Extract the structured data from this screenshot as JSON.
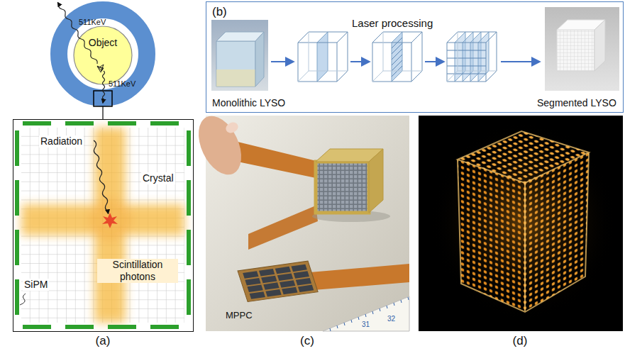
{
  "diagram": {
    "nodes": [
      {
        "text": [
          "Object"
        ]
      },
      {
        "text": [
          "Radiation",
          "Crystal",
          "SiPM",
          "Scintillation photons"
        ]
      },
      {
        "text": [
          "(b)",
          "Laser processing",
          "Monolithic LYSO",
          "Segmented LYSO"
        ]
      }
    ],
    "labels": [
      "511KeV",
      "511KeV",
      "(a)",
      "MPPC",
      "31",
      "32",
      "(c)",
      "(d)"
    ]
  }
}
